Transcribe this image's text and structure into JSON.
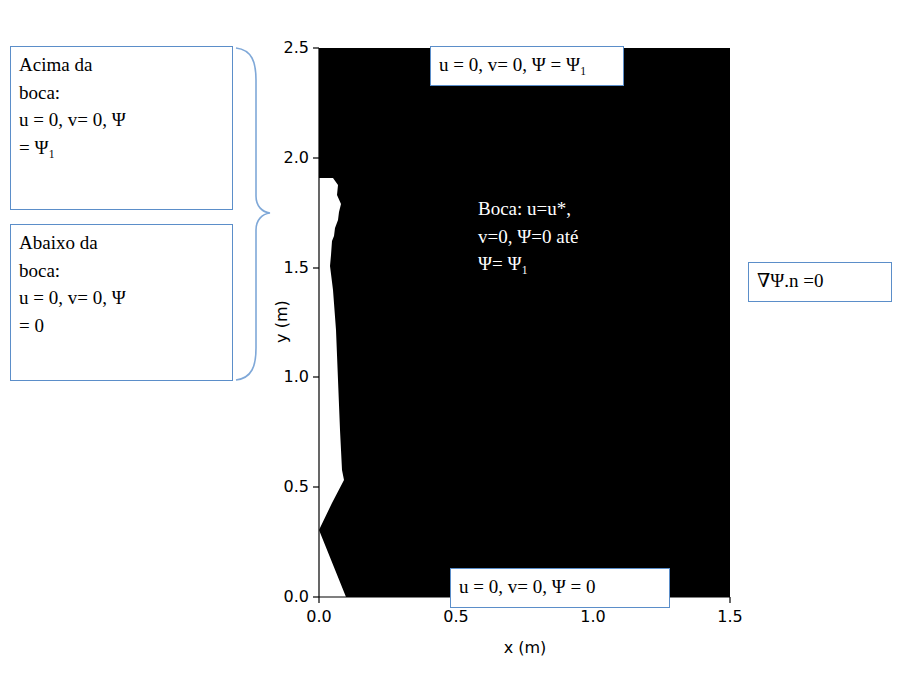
{
  "diagram": {
    "nodes": [
      {
        "text": [
          "Acima da boca:",
          "u = 0, v= 0, Ψ = Ψ₁"
        ]
      },
      {
        "text": [
          "Abaixo da boca:",
          "u = 0, v= 0, Ψ = 0"
        ]
      },
      {
        "text": [
          "u = 0, v= 0, Ψ = Ψ₁"
        ]
      },
      {
        "text": [
          "u = 0, v= 0, Ψ = 0"
        ]
      },
      {
        "text": [
          "∇Ψ.n =0"
        ]
      }
    ],
    "labels": [
      "Boca: u=u*, v=0, Ψ=0 até Ψ= Ψ₁",
      "2.5",
      "2.0",
      "1.5",
      "1.0",
      "0.5",
      "0.0",
      "0.0",
      "0.5",
      "1.0",
      "1.5",
      "y (m)",
      "x (m)"
    ]
  }
}
